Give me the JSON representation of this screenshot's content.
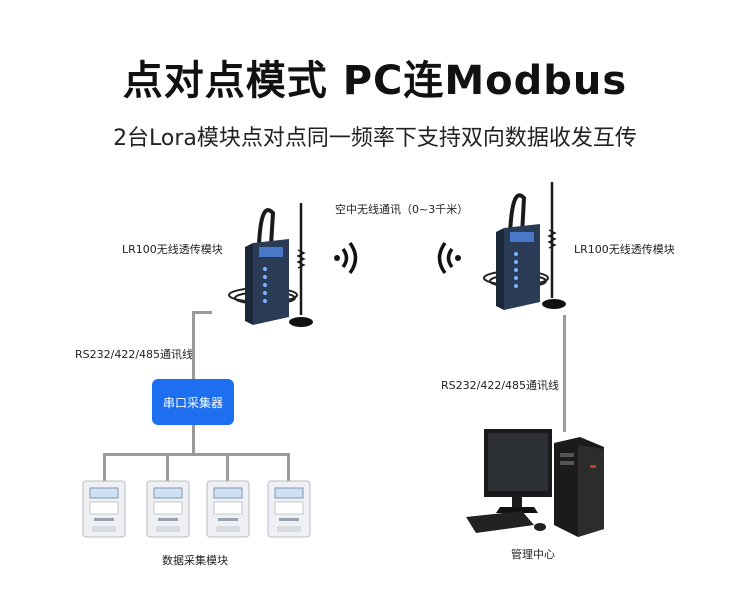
{
  "title": "点对点模式 PC连Modbus",
  "subtitle": "2台Lora模块点对点同一频率下支持双向数据收发互传",
  "link_label": "空中无线通讯（0~3千米）",
  "left_module_label": "LR100无线透传模块",
  "right_module_label": "LR100无线透传模块",
  "left_cable_label": "RS232/422/485通讯线",
  "right_cable_label": "RS232/422/485通讯线",
  "collector_label": "串口采集器",
  "meters_label": "数据采集模块",
  "pc_label": "管理中心",
  "icons": [
    "wireless-signal-right-icon",
    "wireless-signal-left-icon",
    "lora-module-icon",
    "antenna-icon",
    "energy-meter-icon",
    "desktop-computer-icon"
  ],
  "colors": {
    "collector": "#1e6ff0",
    "module_body": "#2a3b55",
    "lines": "#9a9a9a"
  }
}
